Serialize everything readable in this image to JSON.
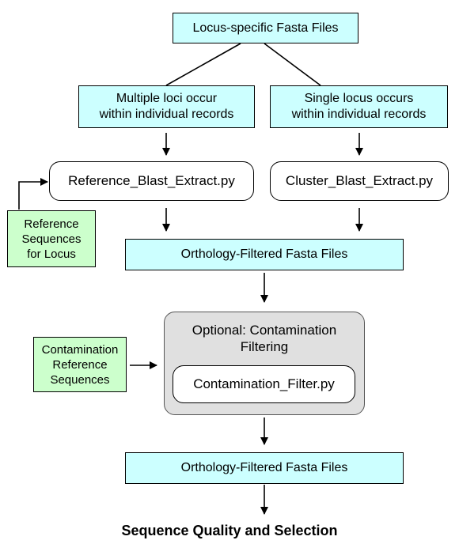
{
  "nodes": {
    "locus_fasta": "Locus-specific Fasta Files",
    "multiple_loci": "Multiple loci occur\nwithin individual records",
    "single_locus": "Single locus occurs\nwithin individual records",
    "reference_blast": "Reference_Blast_Extract.py",
    "cluster_blast": "Cluster_Blast_Extract.py",
    "reference_sequences": "Reference\nSequences\nfor Locus",
    "orthology_filtered_1": "Orthology-Filtered Fasta Files",
    "contamination_group_title": "Optional: Contamination\nFiltering",
    "contamination_filter": "Contamination_Filter.py",
    "contamination_reference": "Contamination\nReference\nSequences",
    "orthology_filtered_2": "Orthology-Filtered Fasta Files",
    "final_step": "Sequence Quality and Selection"
  },
  "colors": {
    "file_box": "#ccffff",
    "reference_box": "#ccffcc",
    "optional_group": "#e0e0e0"
  }
}
